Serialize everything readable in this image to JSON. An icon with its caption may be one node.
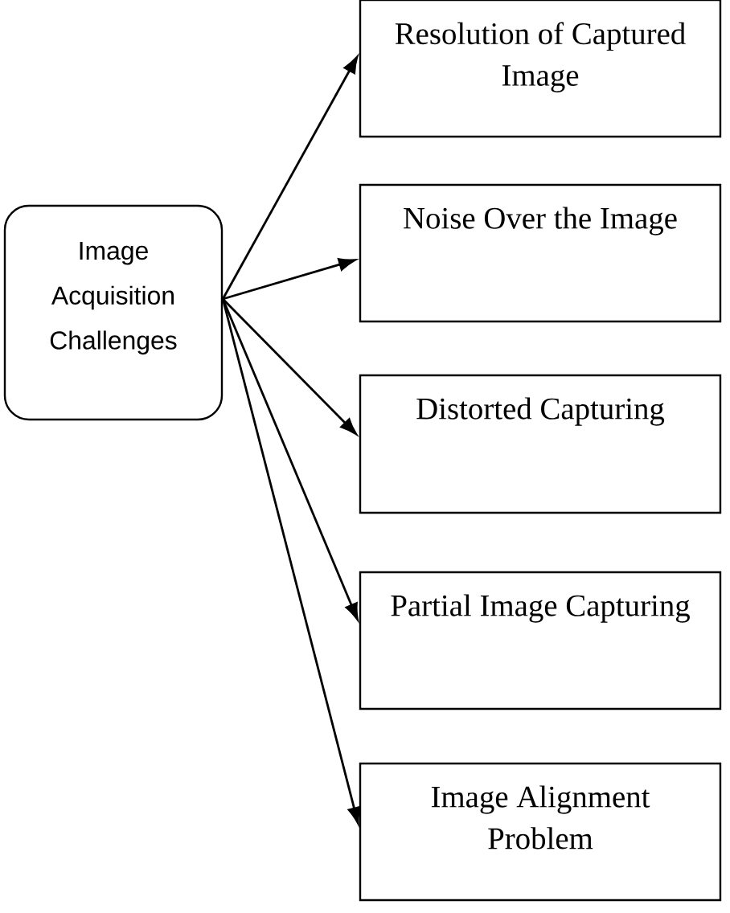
{
  "diagram": {
    "nodes": [
      {
        "text": [
          "Image Acquisition Challenges"
        ]
      },
      {
        "text": [
          "Resolution of Captured Image"
        ]
      },
      {
        "text": [
          "Noise Over the Image"
        ]
      },
      {
        "text": [
          "Distorted Capturing"
        ]
      },
      {
        "text": [
          "Partial Image Capturing"
        ]
      },
      {
        "text": [
          "Image Alignment Problem"
        ]
      }
    ],
    "edges": [
      {
        "from": 0,
        "to": 1,
        "arrow": "to"
      },
      {
        "from": 0,
        "to": 2,
        "arrow": "to"
      },
      {
        "from": 0,
        "to": 3,
        "arrow": "to"
      },
      {
        "from": 0,
        "to": 4,
        "arrow": "to"
      },
      {
        "from": 0,
        "to": 5,
        "arrow": "to"
      }
    ]
  }
}
